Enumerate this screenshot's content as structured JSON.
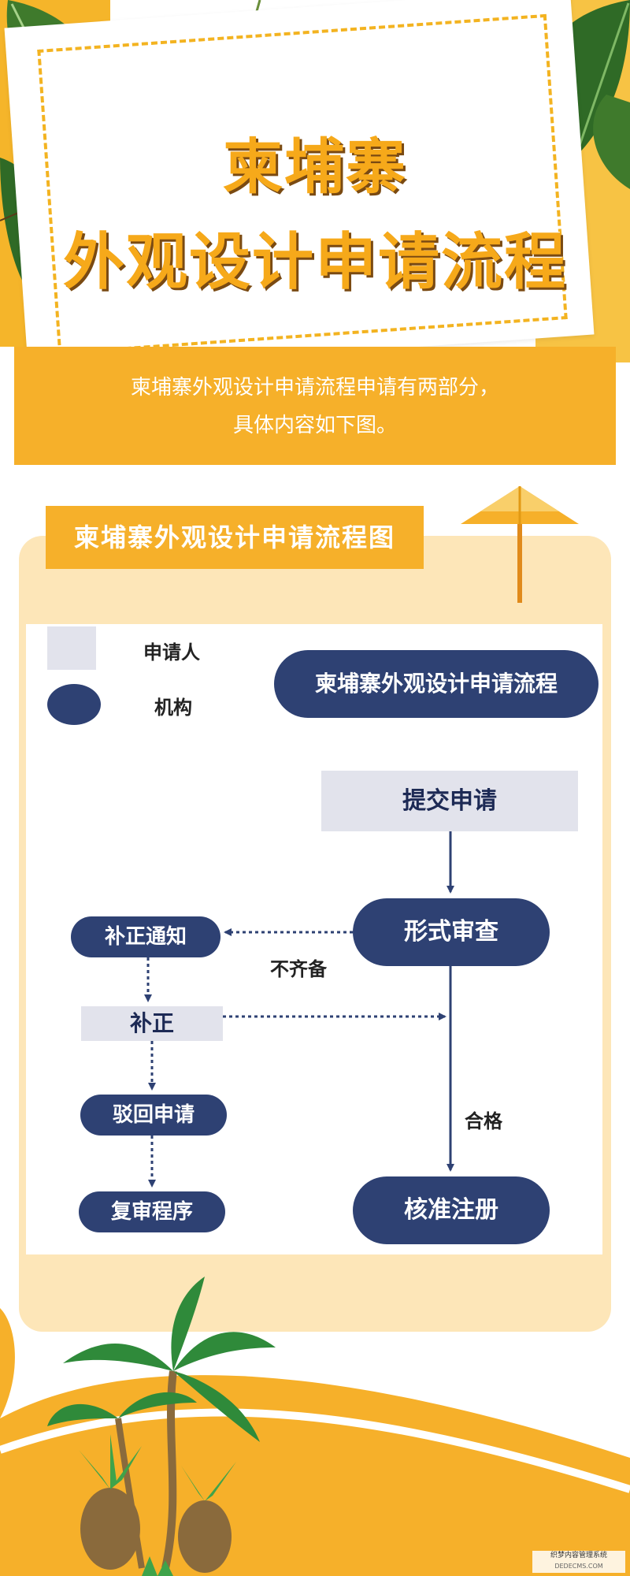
{
  "header": {
    "title_line1": "柬埔寨",
    "title_line2": "外观设计申请流程"
  },
  "intro": {
    "line1": "柬埔寨外观设计申请流程申请有两部分，",
    "line2": "具体内容如下图。"
  },
  "card": {
    "label": "柬埔寨外观设计申请流程图"
  },
  "legend": {
    "applicant": "申请人",
    "agency": "机构"
  },
  "flow": {
    "process_title": "柬埔寨外观设计申请流程",
    "submit": "提交申请",
    "formal_review": "形式审查",
    "correction_notice": "补正通知",
    "incomplete": "不齐备",
    "correction": "补正",
    "reject": "驳回申请",
    "qualified": "合格",
    "review_procedure": "复审程序",
    "approve": "核准注册"
  },
  "watermark": {
    "line1": "织梦内容管理系统",
    "line2": "DEDECMS.COM"
  },
  "colors": {
    "accent_yellow": "#f6b02a",
    "card_bg": "#fde6b8",
    "agency_navy": "#2e4173",
    "applicant_gray": "#e2e3ec",
    "title_brown": "#7a4a12"
  }
}
